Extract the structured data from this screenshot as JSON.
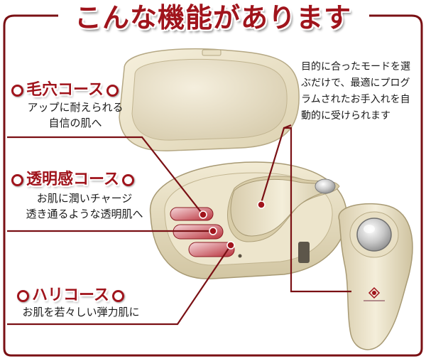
{
  "title": "こんな機能があります",
  "courses": [
    {
      "name": "毛穴コース",
      "desc_lines": [
        "アップに耐えられる",
        "自信の肌へ"
      ]
    },
    {
      "name": "透明感コース",
      "desc_lines": [
        "お肌に潤いチャージ",
        "透き通るような透明肌へ"
      ]
    },
    {
      "name": "ハリコース",
      "desc_lines": [
        "お肌を若々しい弾力肌に"
      ]
    }
  ],
  "note_lines": [
    "目的に合ったモードを選",
    "ぶだけで、最適にプログ",
    "ラムされたお手入れを自",
    "動的に受けられます"
  ],
  "colors": {
    "accent": "#a0141c",
    "device": "#ece3c8",
    "panel_border": "#7a1014"
  }
}
